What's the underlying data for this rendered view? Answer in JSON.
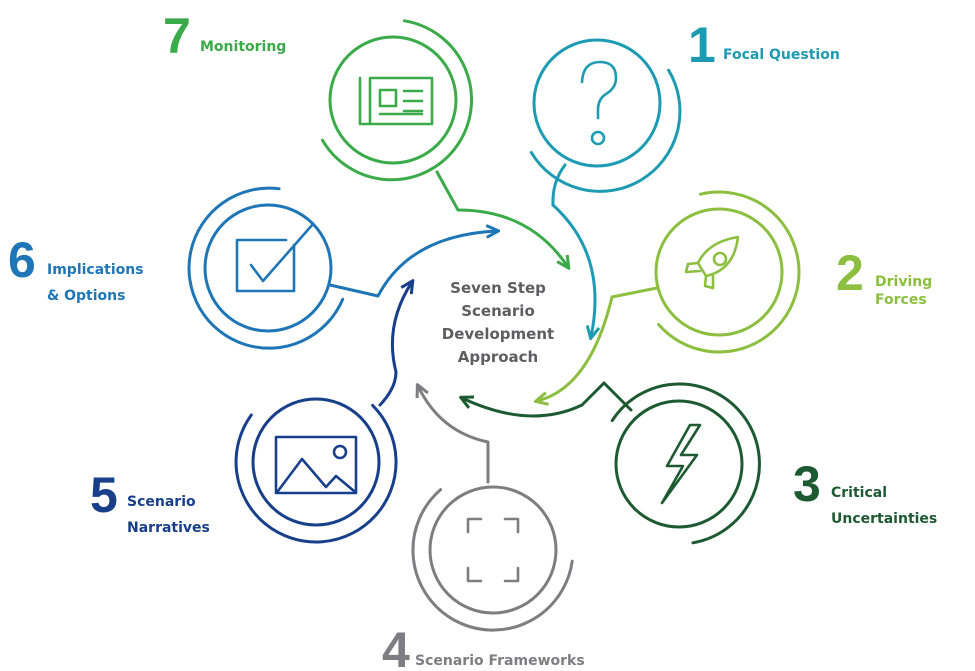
{
  "center": {
    "lines": [
      "Seven Step",
      "Scenario",
      "Development",
      "Approach"
    ]
  },
  "steps": [
    {
      "number": "1",
      "label_lines": [
        "Focal Question"
      ],
      "color": "#1d9bb3",
      "icon": "question-mark-icon"
    },
    {
      "number": "2",
      "label_lines": [
        "Driving",
        "Forces"
      ],
      "color": "#8cbf3f",
      "icon": "rocket-icon"
    },
    {
      "number": "3",
      "label_lines": [
        "Critical",
        "Uncertainties"
      ],
      "color": "#1d5a32",
      "icon": "lightning-bolt-icon"
    },
    {
      "number": "4",
      "label_lines": [
        "Scenario Frameworks"
      ],
      "color": "#7d7d82",
      "icon": "frame-corners-icon"
    },
    {
      "number": "5",
      "label_lines": [
        "Scenario",
        "Narratives"
      ],
      "color": "#173f8a",
      "icon": "landscape-image-icon"
    },
    {
      "number": "6",
      "label_lines": [
        "Implications",
        "& Options"
      ],
      "color": "#1f76b6",
      "icon": "checkbox-icon"
    },
    {
      "number": "7",
      "label_lines": [
        "Monitoring"
      ],
      "color": "#3aab48",
      "icon": "newspaper-icon"
    }
  ]
}
